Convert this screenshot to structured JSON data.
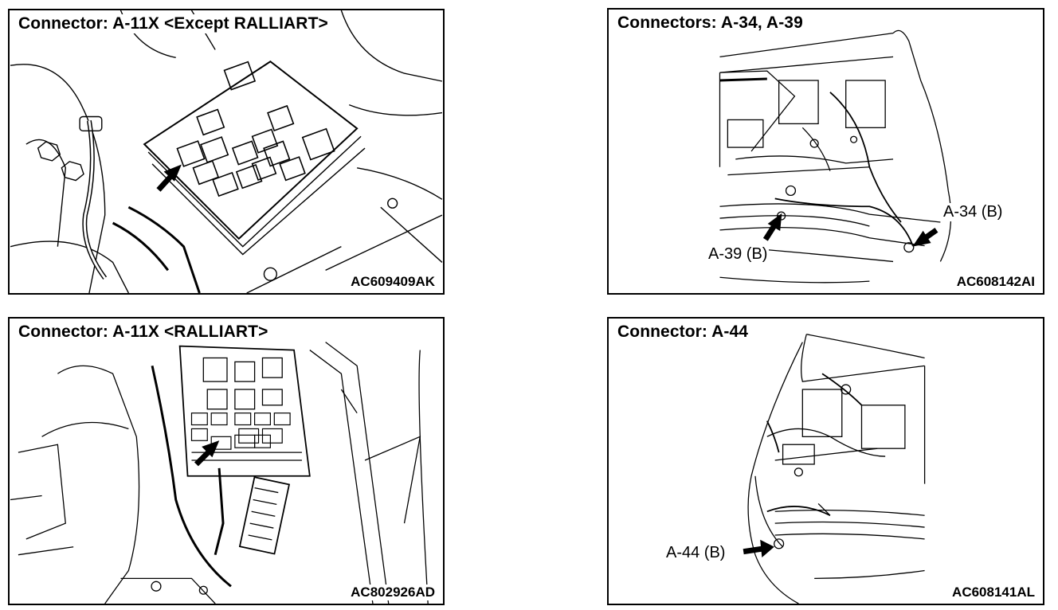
{
  "panels": [
    {
      "title": "Connector: A-11X <Except RALLIART>",
      "figure_code": "AC609409AK",
      "callouts": []
    },
    {
      "title": "Connectors: A-34, A-39",
      "figure_code": "AC608142AI",
      "callouts": [
        "A-34 (B)",
        "A-39 (B)"
      ]
    },
    {
      "title": "Connector: A-11X <RALLIART>",
      "figure_code": "AC802926AD",
      "callouts": []
    },
    {
      "title": "Connector: A-44",
      "figure_code": "AC608141AL",
      "callouts": [
        "A-44 (B)"
      ]
    }
  ]
}
